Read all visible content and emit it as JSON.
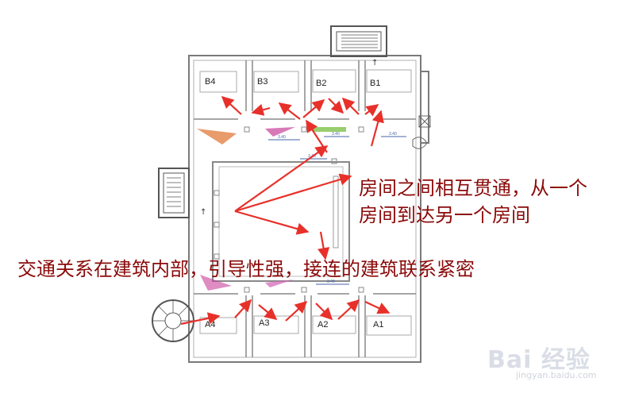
{
  "rooms_top": [
    "B4",
    "B3",
    "B2",
    "B1"
  ],
  "rooms_bottom": [
    "A4",
    "A3",
    "A2",
    "A1"
  ],
  "annotations": {
    "right_line1": "房间之间相互贯通，从一个",
    "right_line2": "房间到达另一个房间",
    "left": "交通关系在建筑内部，引导性强，接连的建筑联系紧密"
  },
  "dimension_labels": [
    "3.40",
    "3.40",
    "3.40",
    "3.40",
    "3.40"
  ],
  "colors": {
    "annotation_text": "#8b0a0a",
    "arrow": "#e8302a",
    "wall": "#7a7a7a",
    "exhibit_pink": "#c8409a",
    "exhibit_orange": "#e07a3a",
    "exhibit_green": "#7ec24a"
  },
  "watermark": {
    "logo": "Bai 经验",
    "url": "jingyan.baidu.com"
  }
}
